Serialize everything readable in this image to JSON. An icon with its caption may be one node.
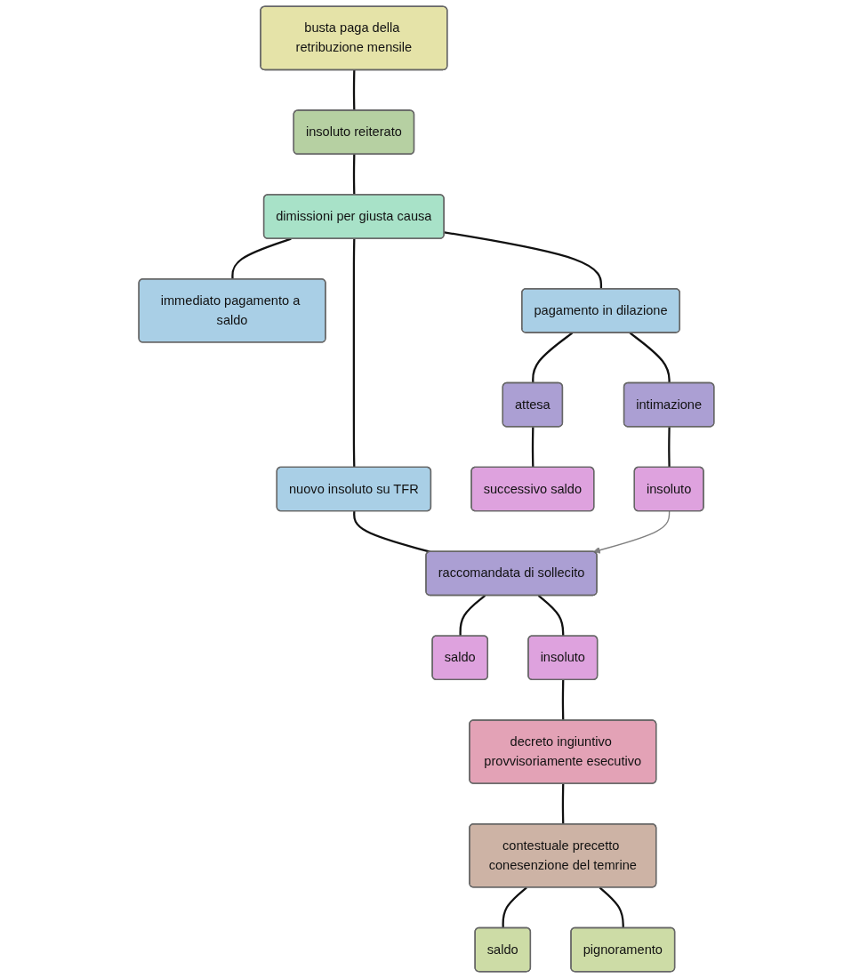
{
  "diagram": {
    "nodes": [
      {
        "text": [
          "busta paga della retribuzione mensile"
        ]
      },
      {
        "text": [
          "insoluto reiterato"
        ]
      },
      {
        "text": [
          "dimissioni per giusta causa"
        ]
      },
      {
        "text": [
          "immediato pagamento a saldo"
        ]
      },
      {
        "text": [
          "pagamento in dilazione"
        ]
      },
      {
        "text": [
          "nuovo insoluto su TFR"
        ]
      },
      {
        "text": [
          "attesa"
        ]
      },
      {
        "text": [
          "intimazione"
        ]
      },
      {
        "text": [
          "raccomandata di sollecito"
        ]
      },
      {
        "text": [
          "successivo saldo"
        ]
      },
      {
        "text": [
          "insoluto"
        ]
      },
      {
        "text": [
          "saldo"
        ]
      },
      {
        "text": [
          "insoluto"
        ]
      },
      {
        "text": [
          "decreto ingiuntivo provvisoriamente esecutivo"
        ]
      },
      {
        "text": [
          "contestuale precetto conesenzione del temrine"
        ]
      },
      {
        "text": [
          "saldo"
        ]
      },
      {
        "text": [
          "pignoramento"
        ]
      }
    ],
    "edges": [
      {
        "from": 0,
        "to": 1,
        "arrow": "none"
      },
      {
        "from": 1,
        "to": 2,
        "arrow": "none"
      },
      {
        "from": 2,
        "to": 3,
        "arrow": "none"
      },
      {
        "from": 2,
        "to": 4,
        "arrow": "none"
      },
      {
        "from": 2,
        "to": 5,
        "arrow": "none"
      },
      {
        "from": 4,
        "to": 6,
        "arrow": "none"
      },
      {
        "from": 4,
        "to": 7,
        "arrow": "none"
      },
      {
        "from": 5,
        "to": 8,
        "arrow": "none"
      },
      {
        "from": 6,
        "to": 9,
        "arrow": "none"
      },
      {
        "from": 7,
        "to": 10,
        "arrow": "none"
      },
      {
        "from": 10,
        "to": 8,
        "arrow": "to",
        "color": "#808080"
      },
      {
        "from": 8,
        "to": 11,
        "arrow": "none"
      },
      {
        "from": 8,
        "to": 12,
        "arrow": "none"
      },
      {
        "from": 12,
        "to": 13,
        "arrow": "none"
      },
      {
        "from": 13,
        "to": 14,
        "arrow": "none"
      },
      {
        "from": 14,
        "to": 15,
        "arrow": "none"
      },
      {
        "from": 14,
        "to": 16,
        "arrow": "none"
      }
    ]
  }
}
